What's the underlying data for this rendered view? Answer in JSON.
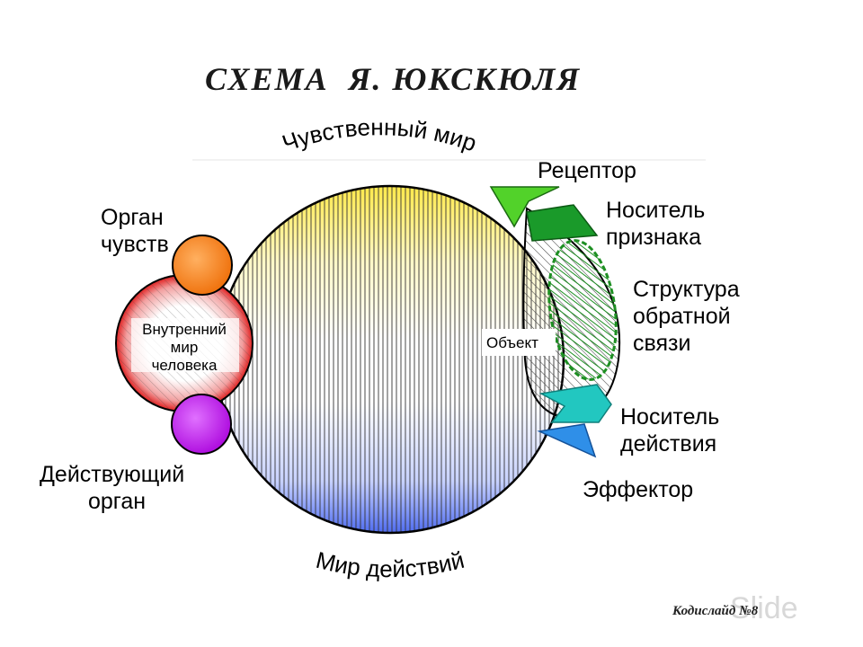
{
  "title": "СХЕМА  Я. ЮКСКЮЛЯ",
  "arc_labels": {
    "top": "Чувственный мир",
    "bottom": "Мир действий"
  },
  "labels": {
    "receptor": "Рецептор",
    "carrier_feature_1": "Носитель",
    "carrier_feature_2": "признака",
    "feedback_1": "Структура",
    "feedback_2": "обратной",
    "feedback_3": "связи",
    "carrier_action_1": "Носитель",
    "carrier_action_2": "действия",
    "effector": "Эффектор",
    "sense_organ_1": "Орган",
    "sense_organ_2": "чувств",
    "acting_organ_1": "Действующий",
    "acting_organ_2": "орган",
    "inner_world_1": "Внутренний",
    "inner_world_2": "мир",
    "inner_world_3": "человека",
    "object": "Объект"
  },
  "credit": "Кодислайд №8",
  "watermark": "Slide",
  "colors": {
    "top_gradient": "#fff17a",
    "bottom_gradient": "#6f8bf5",
    "sense_organ": "#f5821f",
    "acting_organ": "#c020e8",
    "inner_world": "#e23b3b",
    "receptor": "#52d22a",
    "carrier_feature": "#1a9a2a",
    "feedback": "#2dbb3a",
    "carrier_action": "#22c7c0",
    "effector": "#2f8fe8"
  }
}
